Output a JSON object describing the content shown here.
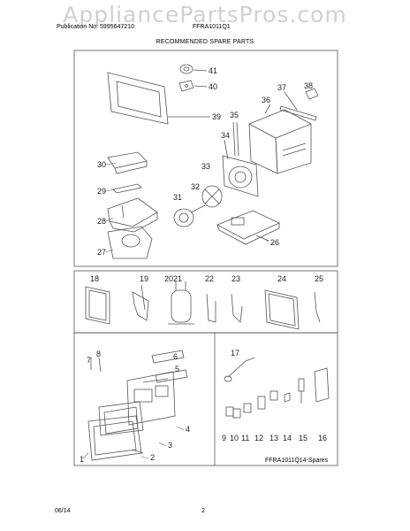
{
  "watermark": "AppliancePartsPros.com",
  "header": {
    "publication": "Publication No: 5995647210",
    "model": "FFRA1011Q1",
    "title": "RECOMMENDED SPARE PARTS"
  },
  "callouts": {
    "p41": "41",
    "p40": "40",
    "p39": "39",
    "p38": "38",
    "p37": "37",
    "p36": "36",
    "p35": "35",
    "p34": "34",
    "p33": "33",
    "p32": "32",
    "p31": "31",
    "p30": "30",
    "p29": "29",
    "p28": "28",
    "p27": "27",
    "p26": "26",
    "p25": "25",
    "p24": "24",
    "p23": "23",
    "p22": "22",
    "p2021": "2021",
    "p19": "19",
    "p18": "18",
    "p17": "17",
    "p16": "16",
    "p15": "15",
    "p14": "14",
    "p13": "13",
    "p12": "12",
    "p11": "11",
    "p10": "10",
    "p9": "9",
    "p8": "8",
    "p7": "7",
    "p6": "6",
    "p5": "5",
    "p4": "4",
    "p3": "3",
    "p2": "2",
    "p1": "1"
  },
  "spares_label": "FFRA1011Q14-Spares",
  "footer": {
    "date": "06/14",
    "page": "2"
  }
}
